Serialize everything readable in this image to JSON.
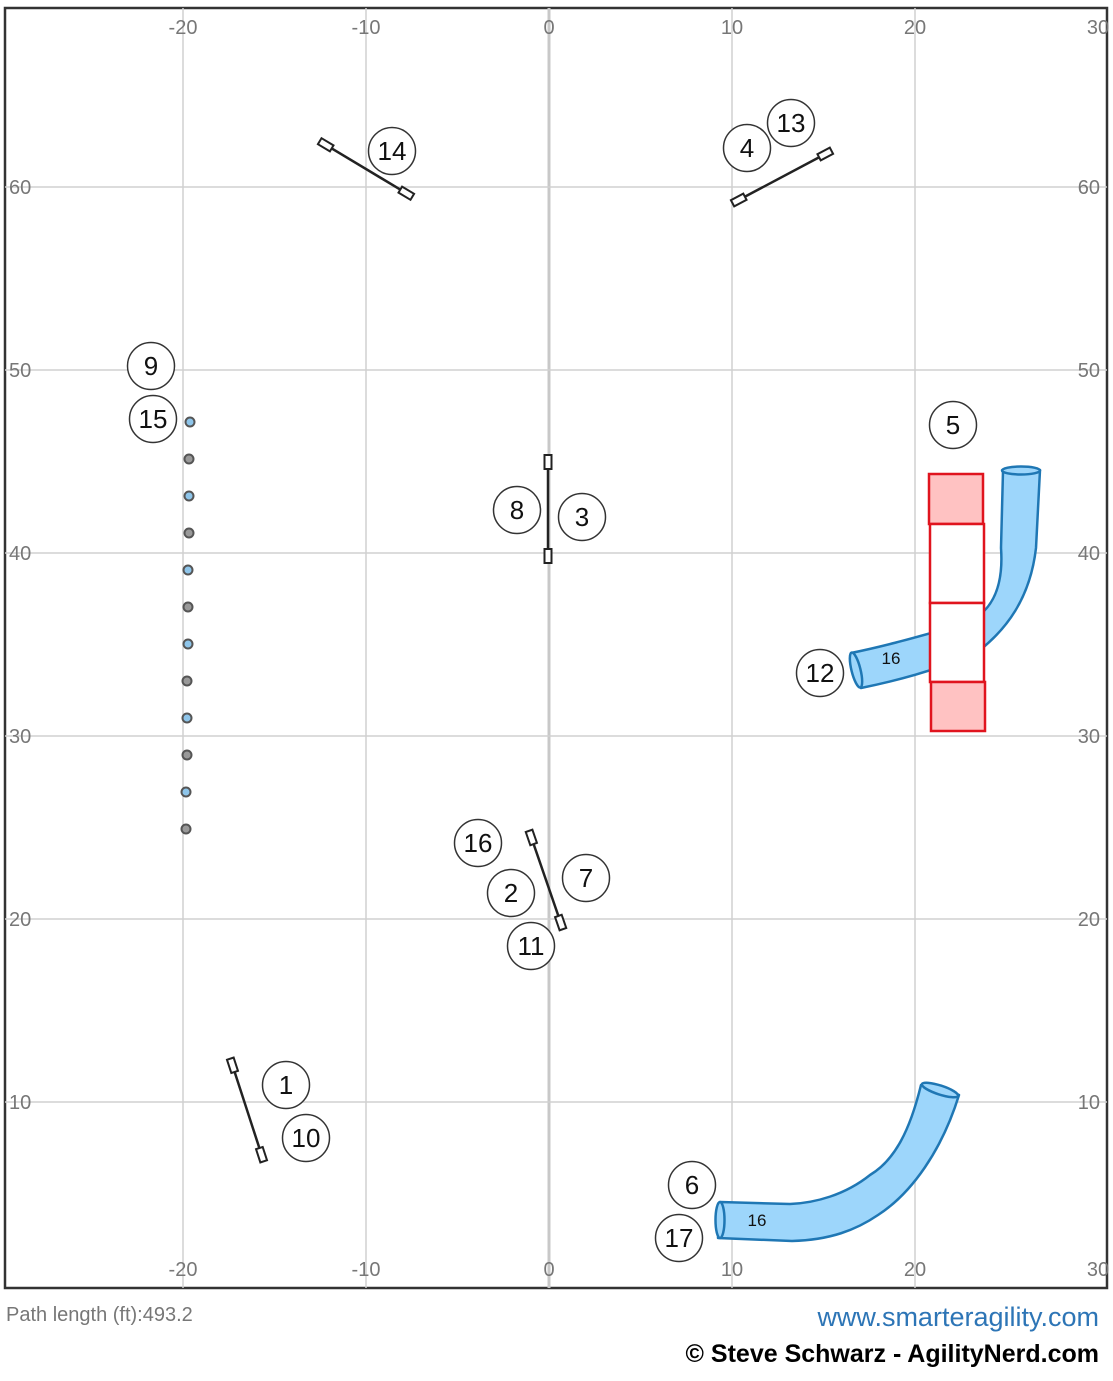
{
  "course": {
    "x_ticks": [
      "-20",
      "-10",
      "0",
      "10",
      "20",
      "30"
    ],
    "y_ticks": [
      "60",
      "50",
      "40",
      "30",
      "20",
      "10"
    ],
    "numbers": [
      "1",
      "2",
      "3",
      "4",
      "5",
      "6",
      "7",
      "8",
      "9",
      "10",
      "11",
      "12",
      "13",
      "14",
      "15",
      "16",
      "17"
    ],
    "tunnel_lengths": [
      "16",
      "16"
    ],
    "colors": {
      "grid": "#d0d0d0",
      "axis": "#c8c8c8",
      "border": "#333333",
      "tunnel_fill": "#9dd6fb",
      "tunnel_stroke": "#1f77b4",
      "contact_zone": "#ffc2c2",
      "contact_stroke": "#e0141e",
      "weave_blue": "#8ec5ea",
      "weave_gray": "#999999"
    }
  },
  "footer": {
    "path_length": "Path length (ft):493.2",
    "url": "www.smarteragility.com",
    "copyright": "© Steve Schwarz - AgilityNerd.com"
  }
}
